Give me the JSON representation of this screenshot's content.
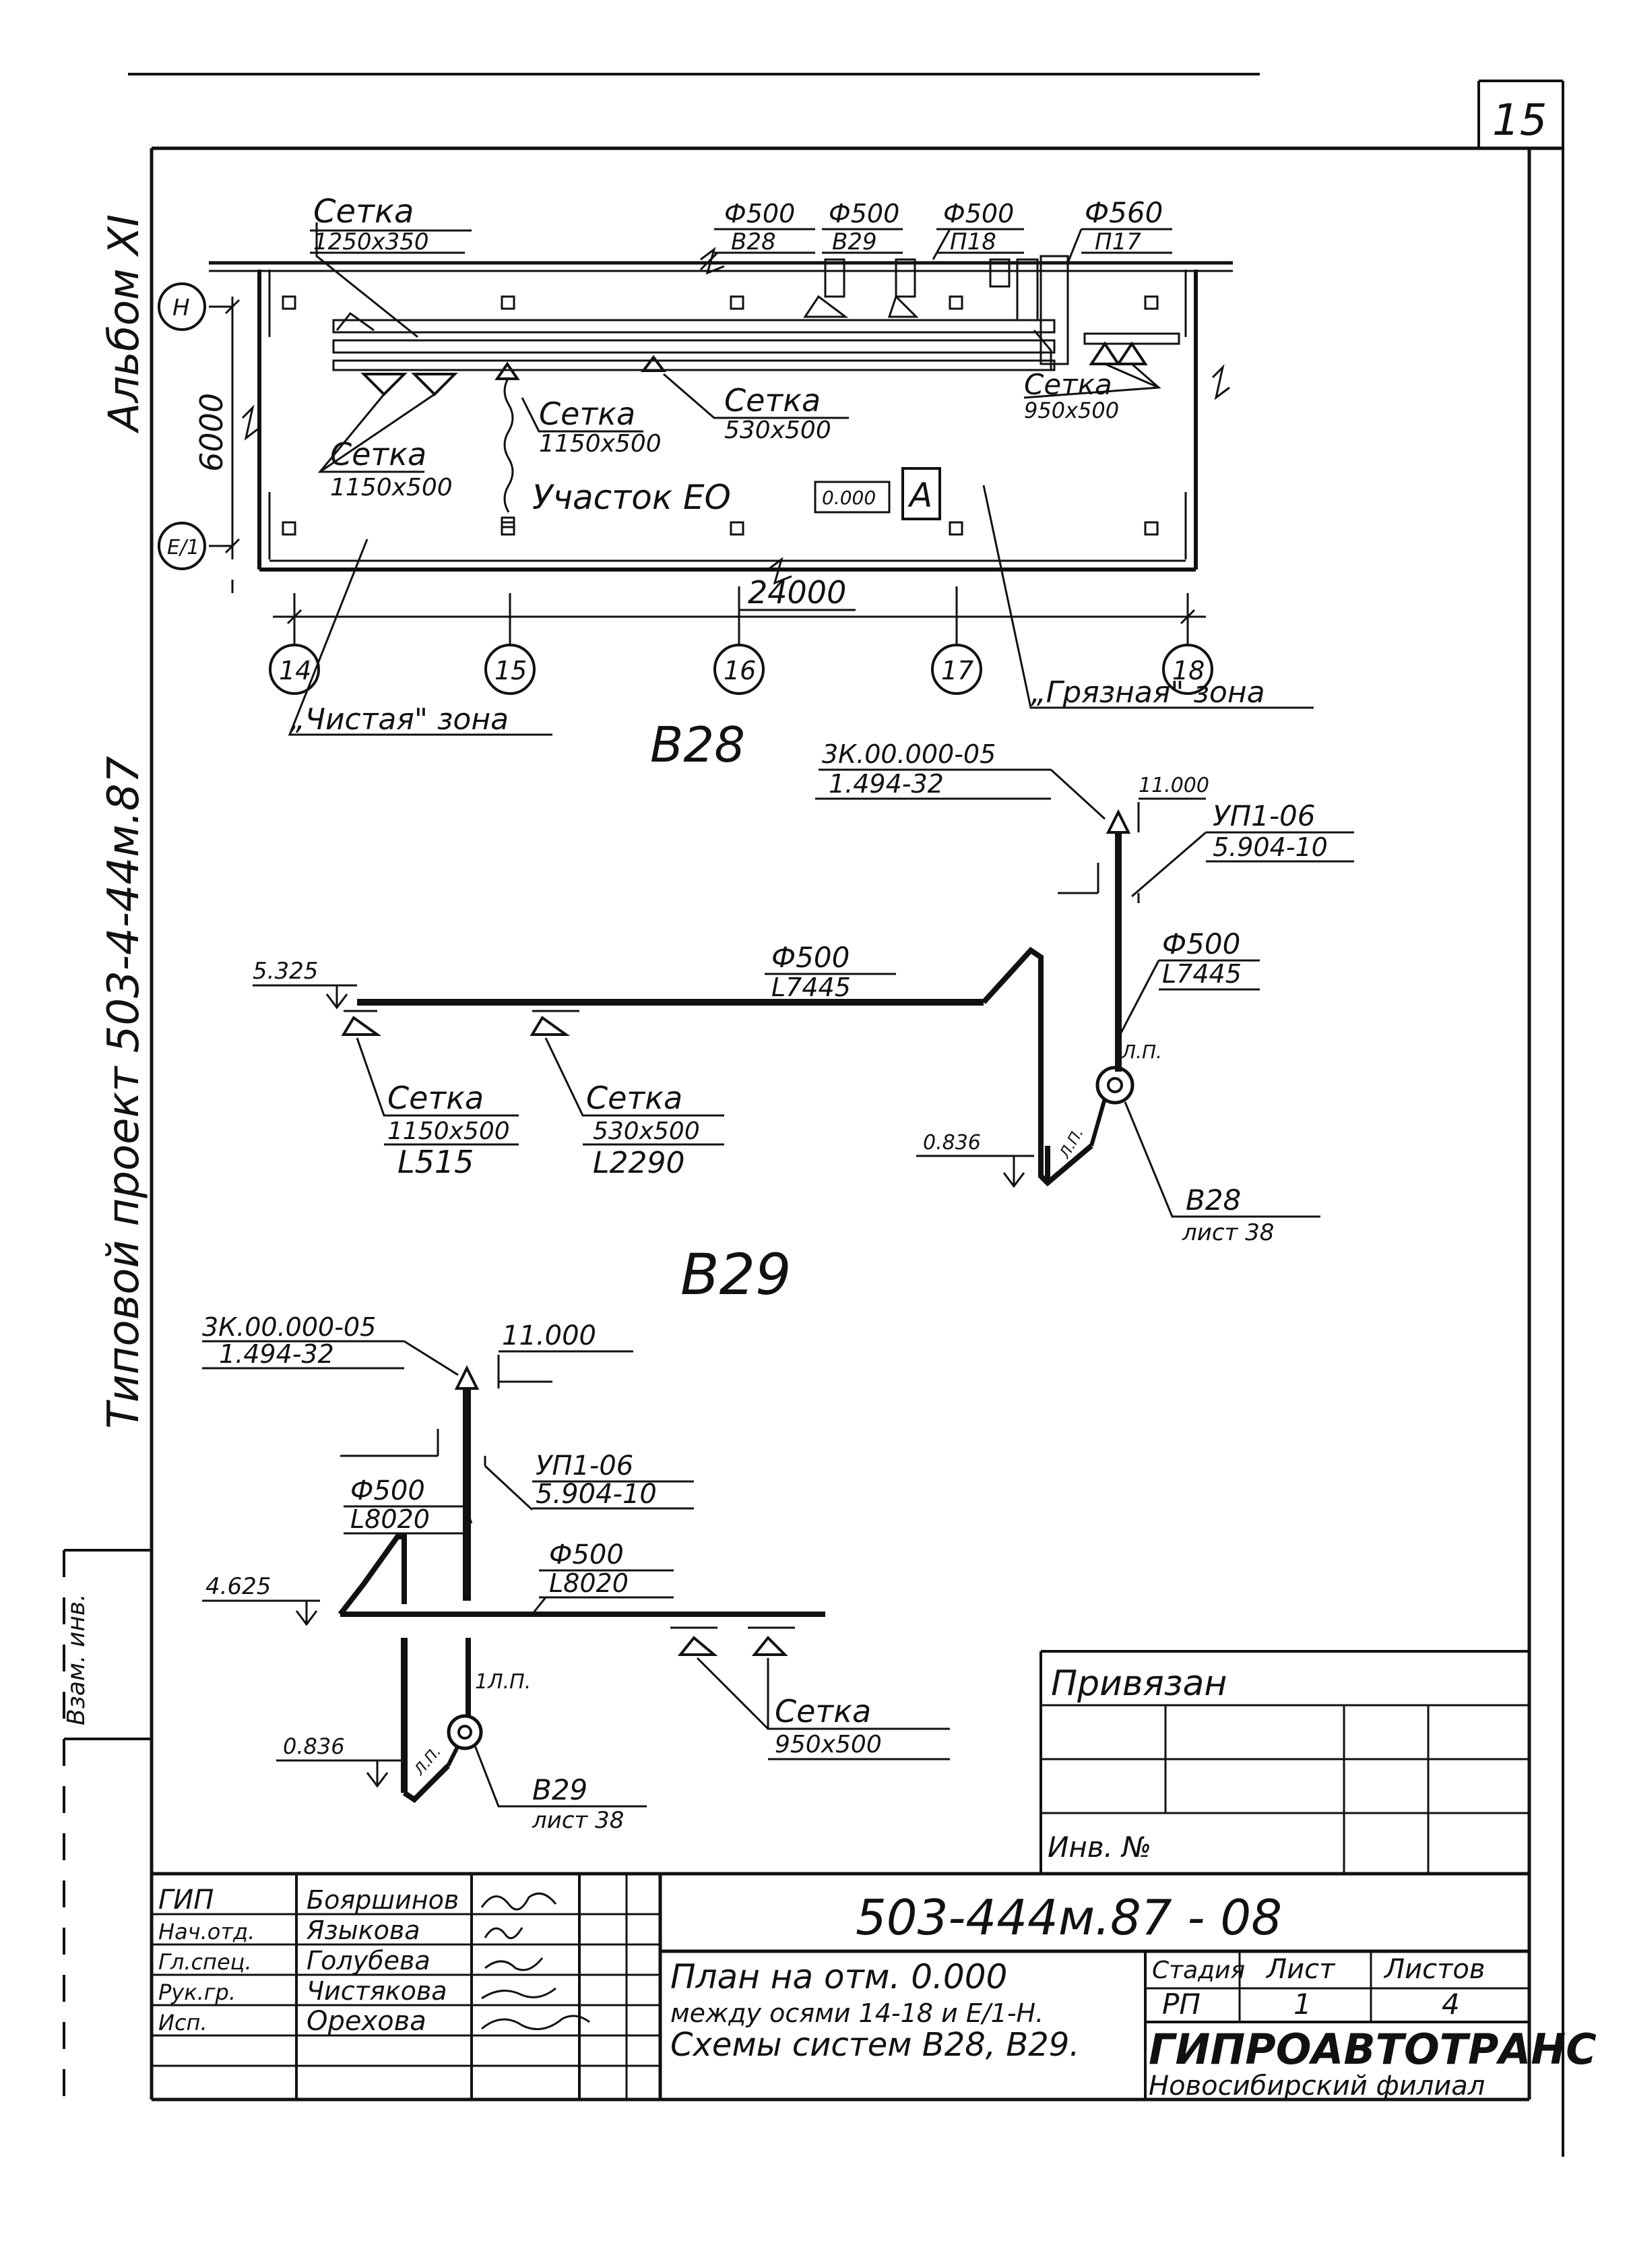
{
  "sheet": {
    "page_number": "15",
    "album": "Альбом XI",
    "project": "Типовой проект 503-4-44м.87",
    "side_stamp": "Взам. инв."
  },
  "plan": {
    "axes_rows": [
      "Н",
      "Е/1"
    ],
    "axes_cols": [
      "14",
      "15",
      "16",
      "17",
      "18"
    ],
    "dim_vertical": "6000",
    "dim_horizontal": "24000",
    "section_label": "Участок ЕО",
    "elevation_box": "0.000",
    "marker": "А",
    "clean_zone": "„Чистая\" зона",
    "dirty_zone": "„Грязная\" зона",
    "duct_labels": [
      {
        "dia": "Ф500",
        "sys": "В28"
      },
      {
        "dia": "Ф500",
        "sys": "В29"
      },
      {
        "dia": "Ф500",
        "sys": "П18"
      },
      {
        "dia": "Ф560",
        "sys": "П17"
      }
    ],
    "grilles": [
      {
        "name": "Сетка",
        "size": "1250х350"
      },
      {
        "name": "Сетка",
        "size": "1150х500"
      },
      {
        "name": "Сетка",
        "size": "530х500"
      },
      {
        "name": "Сетка",
        "size": "950х500"
      },
      {
        "name": "Сетка",
        "size": "1150х500"
      }
    ]
  },
  "b28": {
    "title": "В28",
    "top_code1": "3К.00.000-05",
    "top_code2": "1.494-32",
    "top_elev": "11.000",
    "valve1": "УП1-06",
    "valve2": "5.904-10",
    "vert_dia": "Ф500",
    "vert_len": "L7445",
    "horiz_dia": "Ф500",
    "horiz_len": "L7445",
    "left_elev": "5.325",
    "fan_elev": "0.836",
    "fan_side1": "Л.П.",
    "fan_side2": "Л.П.",
    "fan_label": "В28",
    "fan_sheet": "лист 38",
    "grille1": {
      "name": "Сетка",
      "size": "1150х500",
      "len": "L515"
    },
    "grille2": {
      "name": "Сетка",
      "size": "530х500",
      "len": "L2290"
    }
  },
  "b29": {
    "title": "В29",
    "top_code1": "3К.00.000-05",
    "top_code2": "1.494-32",
    "top_elev": "11.000",
    "valve1": "УП1-06",
    "valve2": "5.904-10",
    "vert_dia": "Ф500",
    "vert_len": "L8020",
    "horiz_dia": "Ф500",
    "horiz_len": "L8020",
    "left_elev": "4.625",
    "fan_elev": "0.836",
    "fan_side1": "1Л.П.",
    "fan_side2": "Л.П.",
    "fan_label": "В29",
    "fan_sheet": "лист 38",
    "grille": {
      "name": "Сетка",
      "size": "950х500"
    }
  },
  "binding": {
    "title": "Привязан",
    "inv": "Инв. №"
  },
  "title_block": {
    "code": "503-444м.87 - 08",
    "people": [
      {
        "role": "ГИП",
        "name": "Бояршинов"
      },
      {
        "role": "Нач.отд.",
        "name": "Языкова"
      },
      {
        "role": "Гл.спец.",
        "name": "Голубева"
      },
      {
        "role": "Рук.гр.",
        "name": "Чистякова"
      },
      {
        "role": "Исп.",
        "name": "Орехова"
      }
    ],
    "description_1": "План на отм. 0.000",
    "description_2": "между осями 14-18 и Е/1-Н.",
    "description_3": "Схемы систем В28, В29.",
    "stage_header": "Стадия",
    "sheet_header": "Лист",
    "sheets_header": "Листов",
    "stage": "РП",
    "sheet": "1",
    "sheets": "4",
    "org": "ГИПРОАВТОТРАНС",
    "branch": "Новосибирский филиал"
  }
}
